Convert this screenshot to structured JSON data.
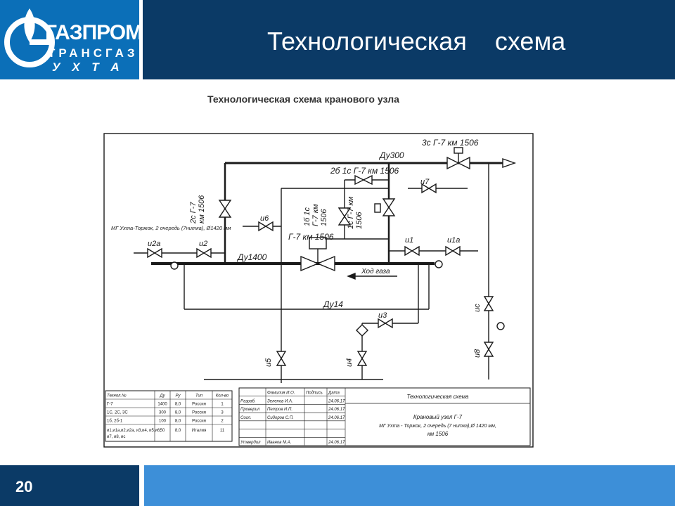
{
  "logo": {
    "line1": "ГАЗПРОМ",
    "line2": "ТРАНСГАЗ",
    "line3": "У Х Т А"
  },
  "slide": {
    "title": "Технологическая    схема",
    "page_number": "20"
  },
  "scheme": {
    "doc_title": "Технологическая схема кранового узла",
    "pipe_labels": {
      "du300": "Ду300",
      "du1400": "Ду1400",
      "du14": "Ду14",
      "gas_flow": "Ход газа"
    },
    "valves": {
      "v_3s": "3с Г-7 км 1506",
      "v_2b1s": "2б 1с Г-7 км 1506",
      "v_2s": "2с Г-7\nкм 1506",
      "v_1b1s": "1б 1с\nГ-7 км\n1506",
      "v_1s": "1с Г-7 км\n1506",
      "v_main": "Г-7 км 1506",
      "i7": "и7",
      "i6": "и6",
      "i2a": "и2а",
      "i2": "и2",
      "i1": "и1",
      "i1a": "и1а",
      "i3": "и3",
      "i4": "и4",
      "i5": "и5",
      "ic": "ис",
      "i8": "и8"
    },
    "pipeline_note": "МГ Ухта-Торжок, 2 очередь (7нитка), Ø1420 мм",
    "spec_table": {
      "headers": [
        "Технол.№",
        "Ду",
        "Ру",
        "Тип",
        "Кол-во"
      ],
      "rows": [
        [
          "Г-7",
          "1400",
          "8,0",
          "Россия",
          "1"
        ],
        [
          "1С, 2С, 3С",
          "300",
          "8,0",
          "Россия",
          "3"
        ],
        [
          "1б, 2б-1",
          "100",
          "8,0",
          "Россия",
          "2"
        ],
        [
          "и1,и1а,и2,и2а, и3,и4, и5,и6, и7, и8, ис",
          "50",
          "8,0",
          "Италия",
          "11"
        ]
      ]
    },
    "stamp": {
      "headers": [
        "",
        "Фамилия И.О.",
        "Подпись",
        "Дата"
      ],
      "rows": [
        [
          "Разраб.",
          "Зеленов И.А.",
          "",
          "24.06.17"
        ],
        [
          "Проверил",
          "Петров И.П.",
          "",
          "24.06.17"
        ],
        [
          "Согл.",
          "Сидоров С.П.",
          "",
          "24.06.17"
        ],
        [
          "",
          "",
          "",
          ""
        ],
        [
          "",
          "",
          "",
          ""
        ],
        [
          "Утвердил",
          "Иванов М.А.",
          "",
          "24.06.17"
        ]
      ],
      "doc_name": "Технологическая схема",
      "object_line1": "Крановый узел Г-7",
      "object_line2": "МГ Ухта - Торжок, 2 очередь (7 нитка),Ø 1420 мм,",
      "object_line3": "км 1506"
    }
  },
  "colors": {
    "header": "#0b3a66",
    "logo_panel": "#0b6fb8",
    "footer_right": "#3d8fd8",
    "ink": "#1a1a1a"
  }
}
